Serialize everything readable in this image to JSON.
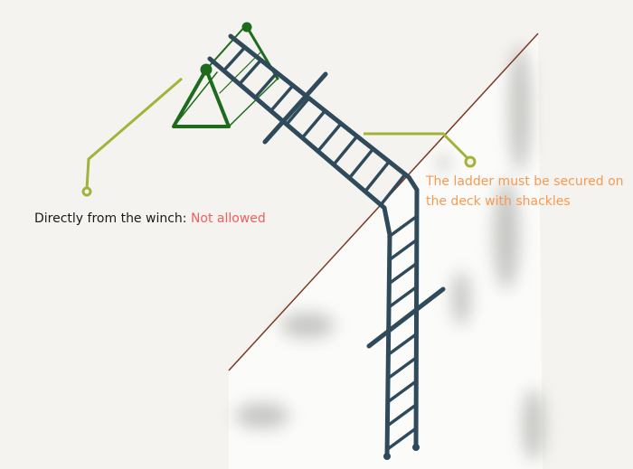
{
  "annotations": {
    "winch": {
      "prefix": "Directly from the winch:",
      "status": "Not allowed"
    },
    "deck": {
      "line1": "The ladder must be secured on",
      "line2": "the deck with shackles"
    }
  },
  "colors": {
    "ladder": "#2f4a5a",
    "winch": "#1d6b1d",
    "callout": "#a3b33a",
    "hull_edge": "#7a3a25",
    "warning": "#f0605d",
    "note": "#f59a52"
  }
}
